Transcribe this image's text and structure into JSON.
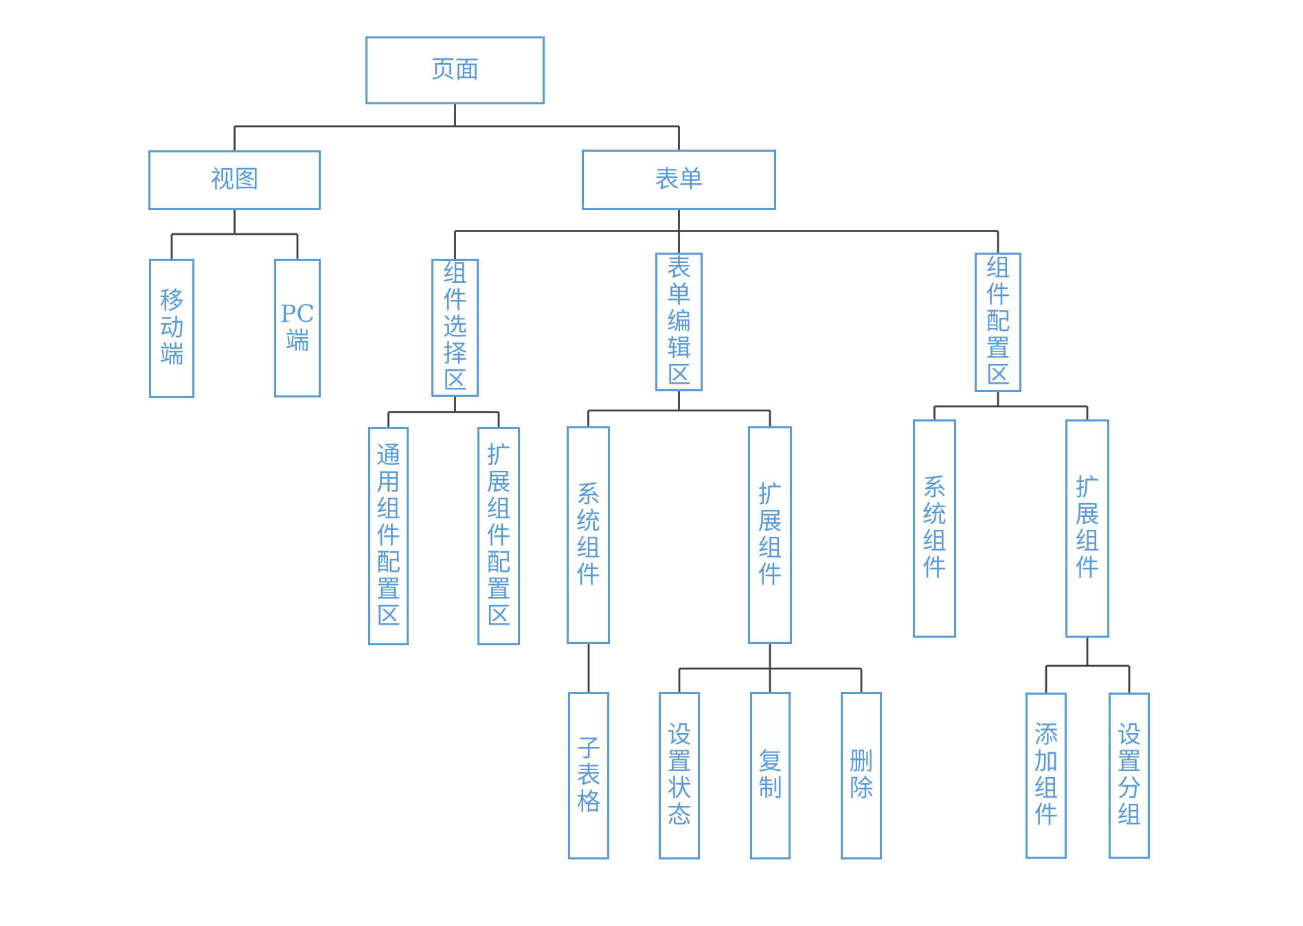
{
  "diagram": {
    "type": "tree",
    "colors": {
      "box_border": "#5B9BD5",
      "box_text": "#5B9BD5",
      "connector": "#404040",
      "background": "#FFFFFF"
    },
    "nodes": {
      "page": {
        "label": "页面"
      },
      "view": {
        "label": "视图"
      },
      "form": {
        "label": "表单"
      },
      "mobile": {
        "label": "移动端"
      },
      "pc": {
        "label": "PC端"
      },
      "component_selection_area": {
        "label": "组件选择区"
      },
      "form_editing_area": {
        "label": "表单编辑区"
      },
      "component_config_area": {
        "label": "组件配置区"
      },
      "general_component_config_area": {
        "label": "通用组件配置区"
      },
      "extended_component_config_area": {
        "label": "扩展组件配置区"
      },
      "system_component_editing": {
        "label": "系统组件"
      },
      "extended_component_editing": {
        "label": "扩展组件"
      },
      "system_component_config": {
        "label": "系统组件"
      },
      "extended_component_config": {
        "label": "扩展组件"
      },
      "subtable": {
        "label": "子表格"
      },
      "set_status": {
        "label": "设置状态"
      },
      "copy": {
        "label": "复制"
      },
      "delete": {
        "label": "删除"
      },
      "add_component": {
        "label": "添加组件"
      },
      "set_group": {
        "label": "设置分组"
      }
    },
    "edges": [
      {
        "from": "page",
        "to": [
          "view",
          "form"
        ]
      },
      {
        "from": "view",
        "to": [
          "mobile",
          "pc"
        ]
      },
      {
        "from": "form",
        "to": [
          "component_selection_area",
          "form_editing_area",
          "component_config_area"
        ]
      },
      {
        "from": "component_selection_area",
        "to": [
          "general_component_config_area",
          "extended_component_config_area"
        ]
      },
      {
        "from": "form_editing_area",
        "to": [
          "system_component_editing",
          "extended_component_editing"
        ]
      },
      {
        "from": "component_config_area",
        "to": [
          "system_component_config",
          "extended_component_config"
        ]
      },
      {
        "from": "system_component_editing",
        "to": [
          "subtable"
        ]
      },
      {
        "from": "extended_component_editing",
        "to": [
          "set_status",
          "copy",
          "delete"
        ]
      },
      {
        "from": "extended_component_config",
        "to": [
          "add_component",
          "set_group"
        ]
      }
    ]
  }
}
